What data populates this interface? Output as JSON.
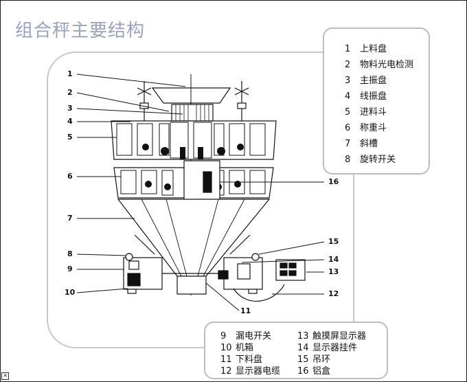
{
  "title": "组合秤主要结构",
  "legend_top": [
    {
      "num": "1",
      "label": "上料盘"
    },
    {
      "num": "2",
      "label": "物料光电检测"
    },
    {
      "num": "3",
      "label": "主振盘"
    },
    {
      "num": "4",
      "label": "线振盘"
    },
    {
      "num": "5",
      "label": "进料斗"
    },
    {
      "num": "6",
      "label": "称重斗"
    },
    {
      "num": "7",
      "label": "斜槽"
    },
    {
      "num": "8",
      "label": "旋转开关"
    }
  ],
  "legend_bottom": [
    {
      "num": "9",
      "label": "漏电开关"
    },
    {
      "num": "10",
      "label": "机箱"
    },
    {
      "num": "11",
      "label": "下料盘"
    },
    {
      "num": "12",
      "label": "显示器电缆"
    },
    {
      "num": "13",
      "label": "触摸屏显示器"
    },
    {
      "num": "14",
      "label": "显示器挂件"
    },
    {
      "num": "15",
      "label": "吊环"
    },
    {
      "num": "16",
      "label": "铝盒"
    }
  ],
  "callouts_left": [
    "1",
    "2",
    "3",
    "4",
    "5",
    "6",
    "7",
    "8",
    "9",
    "10"
  ],
  "callouts_right": [
    "16",
    "15",
    "14",
    "13",
    "12"
  ],
  "callout_bottom": "11"
}
